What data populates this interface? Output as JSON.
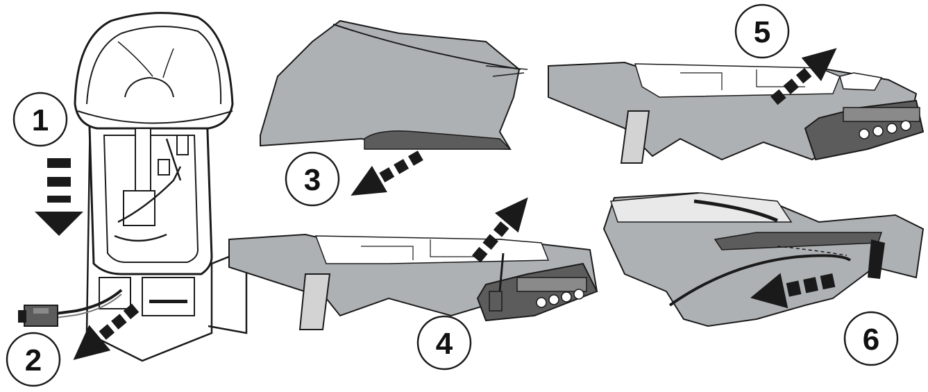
{
  "steps": [
    {
      "number": "1"
    },
    {
      "number": "2"
    },
    {
      "number": "3"
    },
    {
      "number": "4"
    },
    {
      "number": "5"
    },
    {
      "number": "6"
    }
  ],
  "colors": {
    "line": "#1a1a1a",
    "trim_gray": "#aeb1b3",
    "panel_gray": "#c8c8c8",
    "dark_part": "#5c5c5c",
    "light_fill": "#e9e9e9",
    "background": "#ffffff"
  },
  "icons": {
    "arrow": "dashed-arrow-icon",
    "connector": "electrical-connector-icon"
  }
}
